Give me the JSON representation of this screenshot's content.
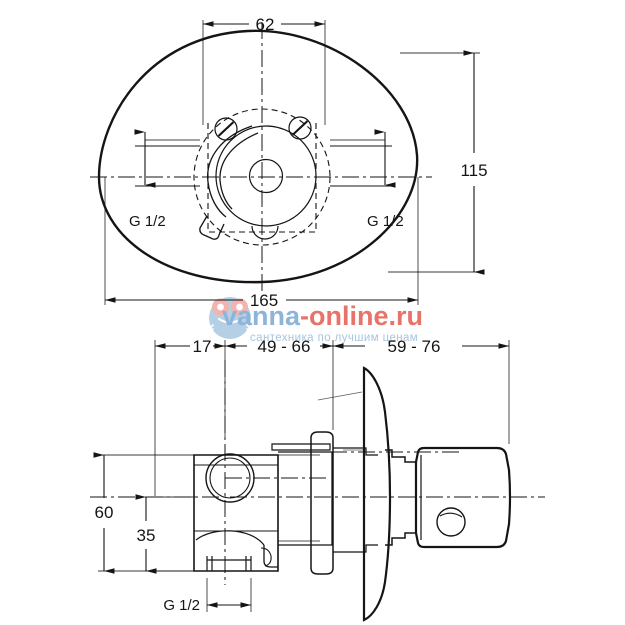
{
  "document": {
    "type": "technical-dimension-drawing",
    "subject": "concealed shower mixer valve",
    "views": [
      "front-view-oval-plate",
      "side-section-view"
    ]
  },
  "colors": {
    "line": "#151515",
    "background": "#ffffff",
    "watermark_blue": "#8fb4d9",
    "watermark_red": "#e8736a",
    "watermark_sub": "#a9c4dc"
  },
  "top_view": {
    "name": "front-view-oval-plate",
    "dimensions": {
      "width_label": "165",
      "inner_width_label": "62",
      "height_label": "115"
    },
    "thread_labels": {
      "left": "G 1/2",
      "right": "G 1/2"
    }
  },
  "side_view": {
    "name": "side-section-view",
    "dimensions": {
      "depth_left_label": "17",
      "depth_mid_label": "49 - 66",
      "depth_right_label": "59 - 76",
      "height_total_label": "60",
      "height_lower_label": "35"
    },
    "thread_labels": {
      "bottom": "G 1/2"
    }
  },
  "watermark": {
    "brand_first": "vanna",
    "brand_second": "-online.ru",
    "tagline": "сантехника по лучшим ценам",
    "logo_icon": "frog-logo-icon"
  }
}
